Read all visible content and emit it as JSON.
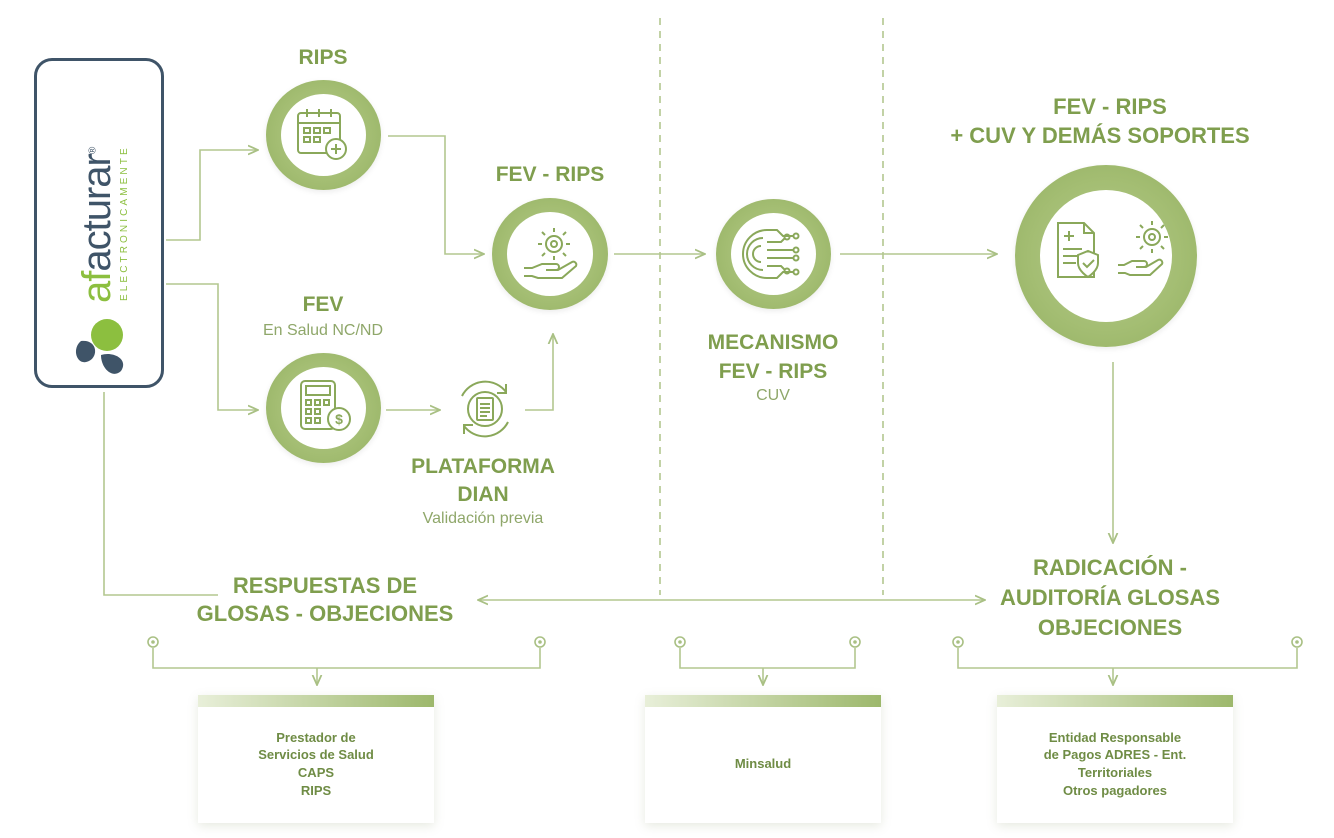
{
  "logo": {
    "brand_prefix": "af",
    "brand_main": "acturar",
    "registered": "®",
    "tagline": "ELECTRONICAMENTE"
  },
  "nodes": {
    "rips": {
      "title": "RIPS",
      "icon": "calendar-medical-icon"
    },
    "fev": {
      "title": "FEV",
      "subtitle": "En Salud NC/ND",
      "icon": "calculator-money-icon"
    },
    "plataforma": {
      "title_line1": "PLATAFORMA",
      "title_line2": "DIAN",
      "subtitle": "Validación previa",
      "icon": "document-cycle-icon"
    },
    "fev_rips": {
      "title": "FEV - RIPS",
      "icon": "gear-hand-icon"
    },
    "mecanismo": {
      "title_line1": "MECANISMO",
      "title_line2": "FEV - RIPS",
      "subtitle": "CUV",
      "icon": "circuit-brain-icon"
    },
    "soportes": {
      "title_line1": "FEV - RIPS",
      "title_line2": "+  CUV Y DEMÁS SOPORTES",
      "icon": "document-shield-gear-hand-icon"
    },
    "radicacion": {
      "line1": "RADICACIÓN -",
      "line2": "AUDITORÍA GLOSAS",
      "line3": "OBJECIONES"
    },
    "respuestas": {
      "line1": "RESPUESTAS DE",
      "line2": "GLOSAS - OBJECIONES"
    }
  },
  "cards": [
    {
      "text": "Prestador de\nServicios de Salud\nCAPS\nRIPS"
    },
    {
      "text": "Minsalud"
    },
    {
      "text": "Entidad Responsable\nde Pagos ADRES - Ent.\nTerritoriales\nOtros pagadores"
    }
  ],
  "colors": {
    "green": "#7f9e4e",
    "line": "#a9c084",
    "logo_navy": "#3f5468",
    "logo_green": "#8cbf3f"
  }
}
